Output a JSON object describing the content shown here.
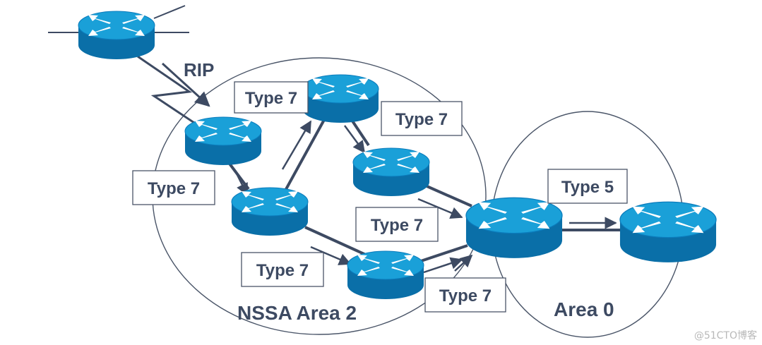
{
  "labels": {
    "rip": "RIP",
    "nssa_area": "NSSA Area 2",
    "backbone_area": "Area 0",
    "t7_a": "Type 7",
    "t7_b": "Type 7",
    "t7_c": "Type 7",
    "t7_d": "Type 7",
    "t7_e": "Type 7",
    "t7_f": "Type 7",
    "t5": "Type 5"
  },
  "watermark": "@51CTO博客",
  "colors": {
    "router_top": "#1aa0d8",
    "router_side": "#0a6fa8",
    "link": "#3d4a62",
    "area_border": "#4a5568",
    "text": "#3d4a62"
  },
  "icons": {
    "router": "router-icon"
  }
}
